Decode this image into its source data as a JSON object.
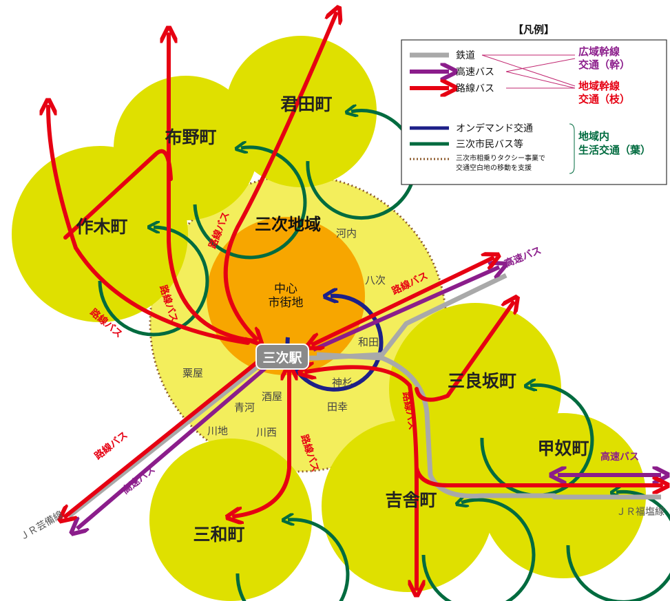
{
  "legend": {
    "title": "【凡例】",
    "rail": "鉄道",
    "highway_bus": "高速バス",
    "route_bus": "路線バス",
    "ondemand": "オンデマンド交通",
    "city_bus": "三次市民バス等",
    "taxi_line1": "三次市相乗りタクシー事業で",
    "taxi_line2": "交通空白地の移動を支援",
    "cat_trunk_1": "広域幹線",
    "cat_trunk_2": "交通（幹）",
    "cat_branch_1": "地域幹線",
    "cat_branch_2": "交通（枝）",
    "cat_leaf_1": "地域内",
    "cat_leaf_2": "生活交通（葉）"
  },
  "towns": {
    "kimita": "君田町",
    "funo": "布野町",
    "sakugi": "作木町",
    "miyoshi_area": "三次地域",
    "center_1": "中心",
    "center_2": "市街地",
    "station": "三次駅",
    "mirasaka": "三良坂町",
    "kounu": "甲奴町",
    "kisa": "吉舎町",
    "miwa": "三和町"
  },
  "districts": {
    "kouchi": "河内",
    "yatsugi": "八次",
    "wada": "和田",
    "awaya": "粟屋",
    "sakaya": "酒屋",
    "aokawa": "青河",
    "kamisugi": "神杉",
    "tako": "田幸",
    "kawachi": "川地",
    "kawanishi": "川西"
  },
  "route_labels": {
    "route_bus": "路線バス",
    "highway_bus": "高速バス",
    "jr_geibi": "ＪＲ芸備線",
    "jr_fukuen": "ＪＲ福塩線"
  },
  "colors": {
    "zone_outer": "#f3ee5c",
    "zone_inner": "#f7a600",
    "center": "#f18d00",
    "town_circle": "#dfe000",
    "city_bus": "#006b3f",
    "ondemand": "#1d2088",
    "route_bus": "#e60012",
    "highway_bus": "#8b1d8b",
    "rail": "#a9a9a9",
    "taxi": "#8b5a2b"
  }
}
